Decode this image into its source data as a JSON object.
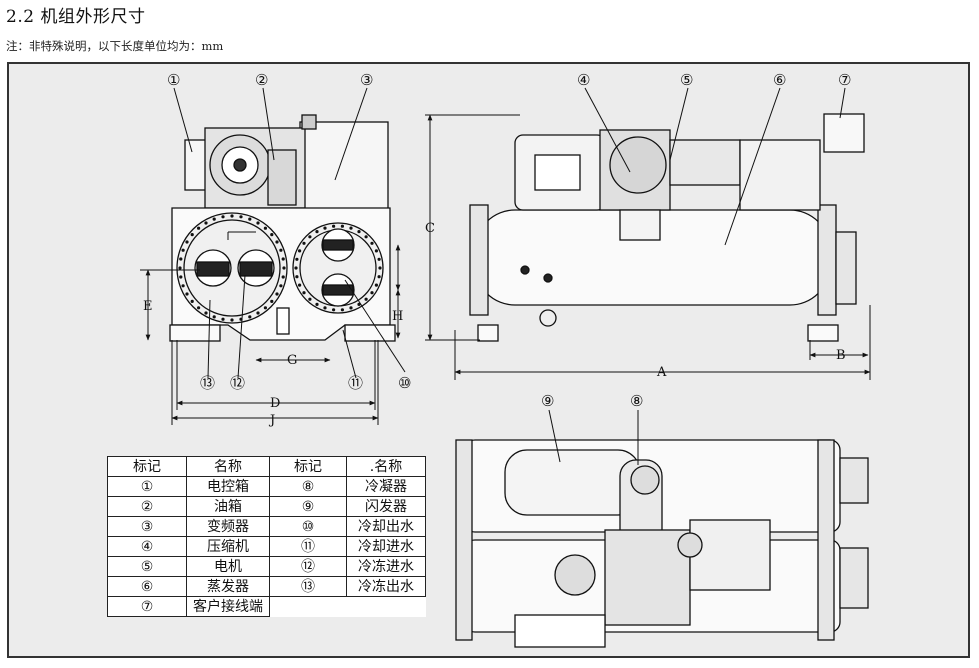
{
  "page": {
    "title": "2.2 机组外形尺寸",
    "note": "注：非特殊说明，以下长度单位均为：mm"
  },
  "drawing": {
    "callouts": [
      "①",
      "②",
      "③",
      "④",
      "⑤",
      "⑥",
      "⑦",
      "⑧",
      "⑨",
      "⑩",
      "⑪",
      "⑫",
      "⑬"
    ],
    "dims": {
      "A": "A",
      "B": "B",
      "C": "C",
      "D": "D",
      "E": "E",
      "G": "G",
      "H": "H",
      "J": "J"
    }
  },
  "legend": {
    "header": [
      "标记",
      "名称",
      "标记",
      ".名称"
    ],
    "rows": [
      [
        "①",
        "电控箱",
        "⑧",
        "冷凝器"
      ],
      [
        "②",
        "油箱",
        "⑨",
        "闪发器"
      ],
      [
        "③",
        "变频器",
        "⑩",
        "冷却出水"
      ],
      [
        "④",
        "压缩机",
        "⑪",
        "冷却进水"
      ],
      [
        "⑤",
        "电机",
        "⑫",
        "冷冻进水"
      ],
      [
        "⑥",
        "蒸发器",
        "⑬",
        "冷冻出水"
      ],
      [
        "⑦",
        "客户接线端",
        "",
        ""
      ]
    ]
  }
}
